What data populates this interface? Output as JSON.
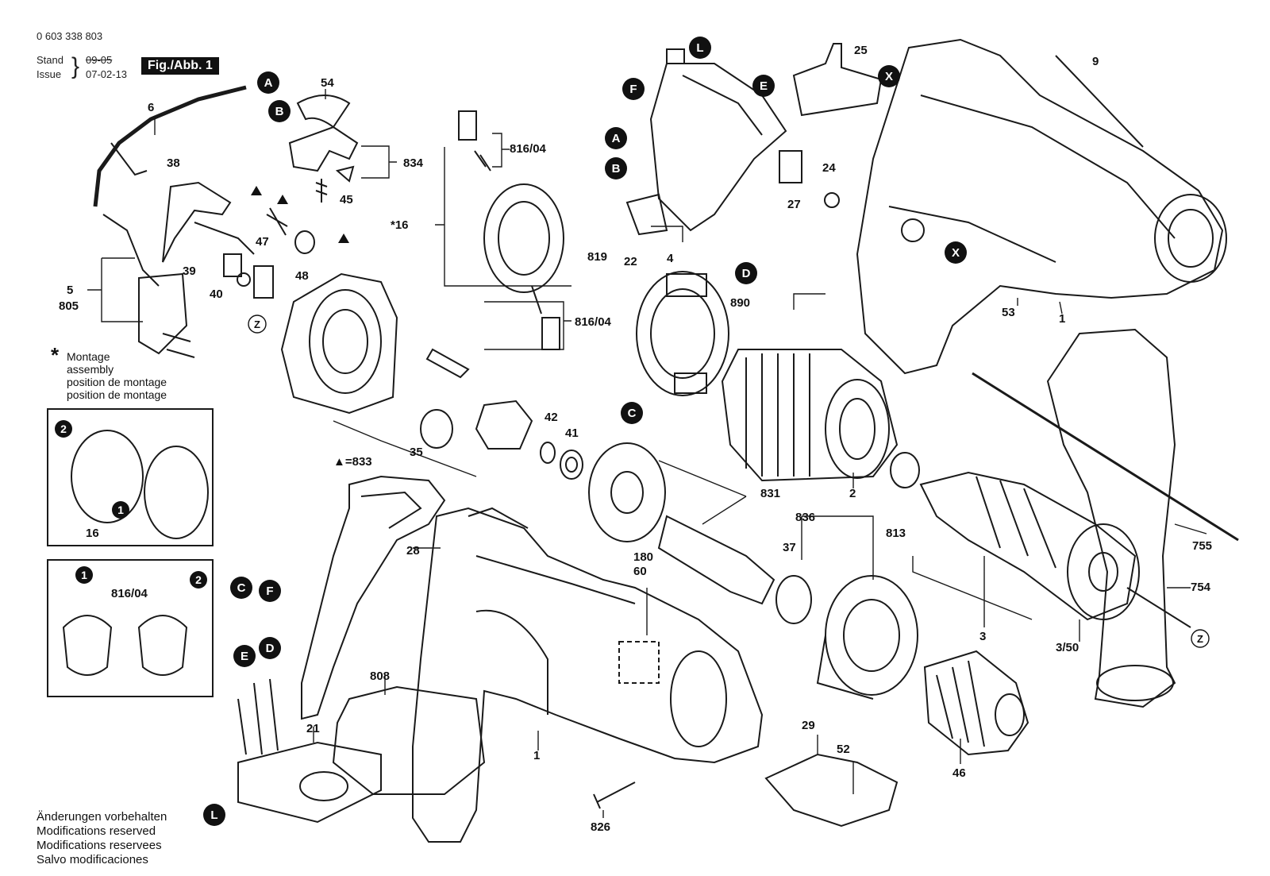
{
  "header": {
    "part_number": "0 603 338 803",
    "stand_label": "Stand",
    "issue_label": "Issue",
    "stand_value": "09-05",
    "issue_value": "07-02-13",
    "figure": "Fig./Abb. 1"
  },
  "montage_note": {
    "symbol": "*",
    "lines": [
      "Montage",
      "assembly",
      "position de montage",
      "position de montage"
    ]
  },
  "footer_notes": [
    "Änderungen vorbehalten",
    "Modifications reserved",
    "Modifications reservees",
    "Salvo modificaciones"
  ],
  "part_labels": [
    "6",
    "38",
    "54",
    "834",
    "45",
    "47",
    "48",
    "39",
    "40",
    "5",
    "805",
    "35",
    "42",
    "41",
    "*16",
    "816/04",
    "816/04",
    "819",
    "22",
    "4",
    "27",
    "24",
    "25",
    "9",
    "53",
    "1",
    "890",
    "2",
    "831",
    "813",
    "755",
    "754",
    "3",
    "3/50",
    "836",
    "37",
    "180",
    "60",
    "808",
    "28",
    "1",
    "29",
    "52",
    "46",
    "826",
    "21",
    "816/04",
    "16",
    "▲=833"
  ],
  "badges": [
    "A",
    "B",
    "L",
    "F",
    "E",
    "X",
    "A",
    "B",
    "D",
    "C",
    "X",
    "C",
    "F",
    "E",
    "D",
    "L",
    "Z",
    "Z"
  ],
  "inset_markers": [
    "2",
    "1",
    "1",
    "2"
  ],
  "colors": {
    "line": "#1a1a1a",
    "badge": "#111111",
    "paper": "#ffffff"
  }
}
